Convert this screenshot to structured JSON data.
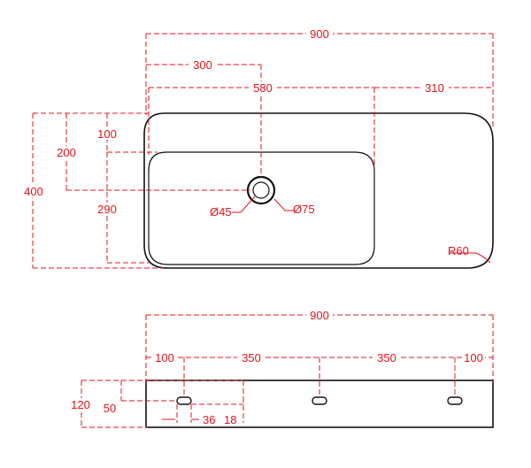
{
  "colors": {
    "outline": "#111111",
    "dimension": "#e0141b",
    "background": "#ffffff"
  },
  "top_view": {
    "overall_width": "900",
    "tap_offset": "300",
    "bowl_width": "580",
    "deck_width": "310",
    "bowl_depth_to_drain": "200",
    "rim_depth": "100",
    "overall_depth": "400",
    "bowl_depth": "290",
    "drain_inner_diameter": "Ø45",
    "drain_outer_diameter": "Ø75",
    "corner_radius": "R60"
  },
  "front_view": {
    "overall_width": "900",
    "left_edge_offset": "100",
    "left_spacing": "350",
    "right_spacing": "350",
    "right_edge_offset": "100",
    "height": "120",
    "slot_height_offset": "50",
    "slot_width": "36",
    "slot_height": "18"
  }
}
